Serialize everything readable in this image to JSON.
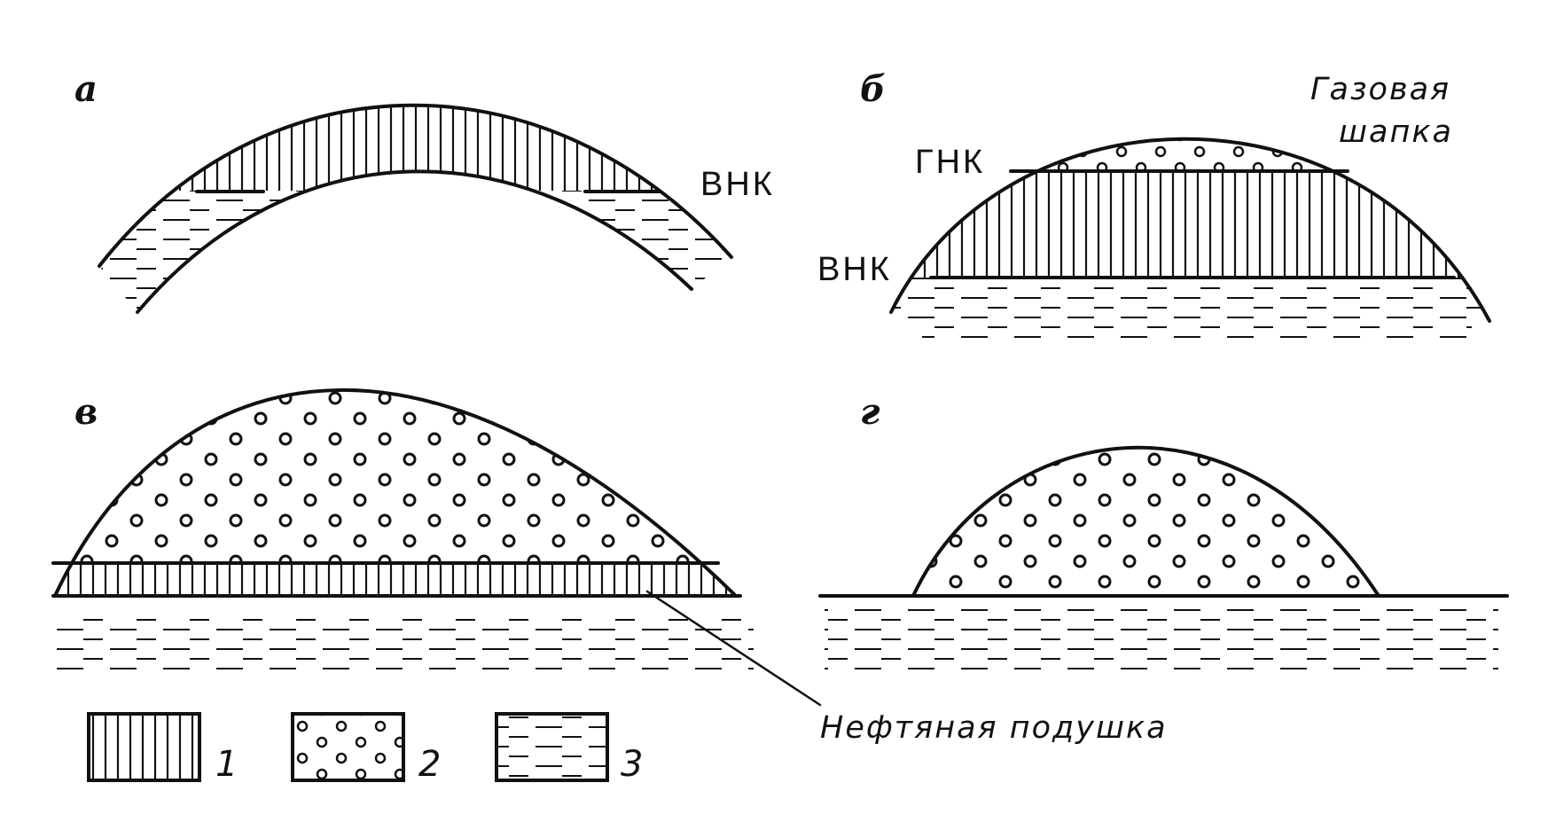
{
  "panels": {
    "a": {
      "letter": "а",
      "contact": "ВНК"
    },
    "b": {
      "letter": "б",
      "gas_oil_contact": "ГНК",
      "oil_water_contact": "ВНК",
      "gas_cap_line1": "Газовая",
      "gas_cap_line2": "шапка"
    },
    "c": {
      "letter": "в"
    },
    "d": {
      "letter": "г"
    }
  },
  "annotation": {
    "oil_rim": "Нефтяная подушка"
  },
  "legend": [
    {
      "pattern": "oil-vertical-hatch",
      "number": "1"
    },
    {
      "pattern": "gas-circles",
      "number": "2"
    },
    {
      "pattern": "water-dashes",
      "number": "3"
    }
  ],
  "colors": {
    "ink": "#111111",
    "paper": "#ffffff"
  }
}
